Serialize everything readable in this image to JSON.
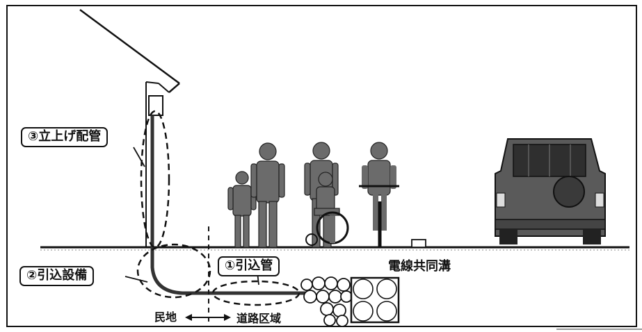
{
  "labels": {
    "riser_pipe": "③立上げ配管",
    "service_equipment": "②引込設備",
    "service_pipe": "①引込管",
    "utility_trench": "電線共同溝",
    "private_land": "民地",
    "road_area": "道路区域"
  },
  "icons": [
    "house-roof",
    "meter-box",
    "person",
    "wheelchair-user",
    "cyclist",
    "car",
    "cable-bundle"
  ],
  "colors": {
    "ink": "#111111",
    "background": "#ffffff",
    "figure_fill": "#6b6b6b"
  }
}
